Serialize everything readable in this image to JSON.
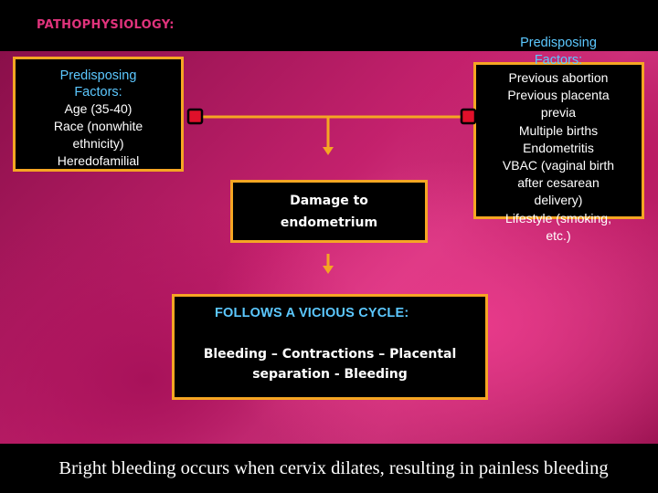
{
  "slide": {
    "title": "PATHOPHYSIOLOGY:",
    "footer": "Bright bleeding occurs when cervix dilates, resulting in painless bleeding"
  },
  "left_factors": {
    "heading": [
      "Predisposing",
      "Factors:"
    ],
    "items": [
      "Age (35-40)",
      "Race (nonwhite",
      "ethnicity)",
      "Heredofamilial"
    ]
  },
  "right_factors": {
    "heading": [
      "Predisposing",
      "Factors:"
    ],
    "items": [
      "Previous abortion",
      "Previous placenta",
      "previa",
      "Multiple births",
      "Endometritis",
      "VBAC (vaginal birth",
      "after cesarean",
      "delivery)",
      "Lifestyle (smoking,",
      "etc.)"
    ]
  },
  "center": {
    "lines": [
      "Damage to",
      "endometrium"
    ]
  },
  "cycle": {
    "title": "FOLLOWS A VICIOUS CYCLE",
    "title_suffix": ":",
    "lines": [
      "Bleeding – Contractions – Placental",
      "separation - Bleeding"
    ]
  },
  "colors": {
    "accent_orange": "#f5a623",
    "heading_blue": "#5cc8ff",
    "title_pink": "#e0337c",
    "node_red": "#e0102a"
  }
}
